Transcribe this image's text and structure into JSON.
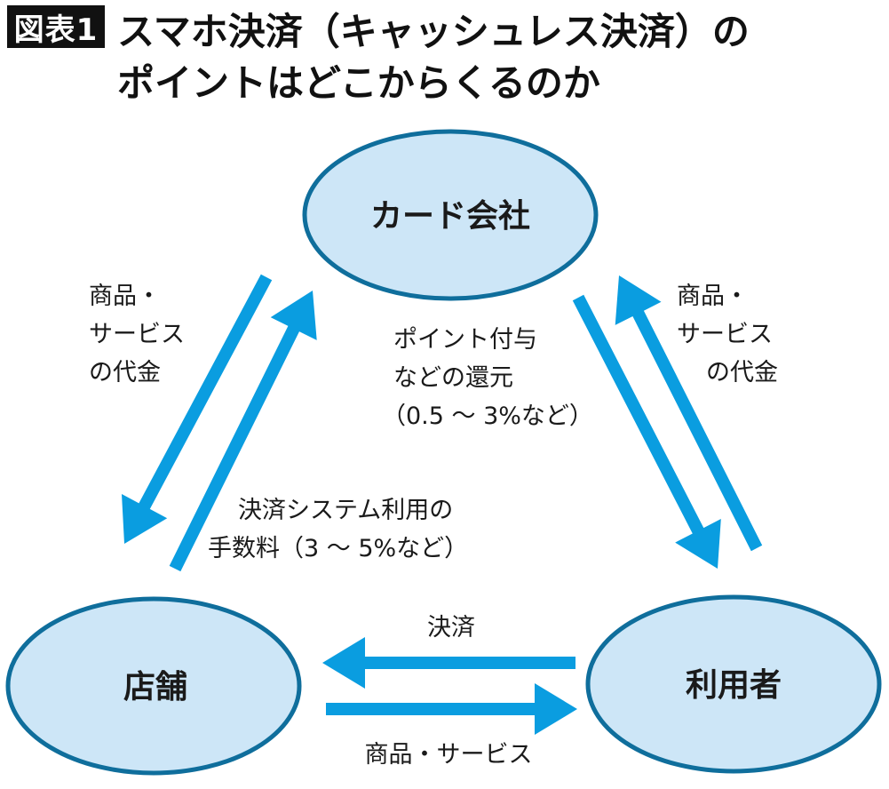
{
  "header": {
    "figure_badge": "図表1",
    "title_line1": "スマホ決済（キャッシュレス決済）の",
    "title_line2": "ポイントはどこからくるのか"
  },
  "colors": {
    "node_fill": "#cde6f7",
    "node_stroke": "#0f6e9c",
    "arrow": "#0a9de0",
    "text": "#1a1a1a"
  },
  "nodes": {
    "card_company": "カード会社",
    "store": "店舗",
    "user": "利用者"
  },
  "flows": {
    "card_to_store": {
      "lines": [
        "商品・",
        "サービス",
        "の代金"
      ]
    },
    "store_to_card": {
      "lines": [
        "決済システム利用の",
        "手数料（3 ～ 5%など）"
      ]
    },
    "card_to_user": {
      "lines": [
        "ポイント付与",
        "などの還元",
        "（0.5 ～ 3%など）"
      ]
    },
    "user_to_card": {
      "lines": [
        "商品・",
        "サービス",
        "の代金"
      ]
    },
    "user_to_store": {
      "label": "決済"
    },
    "store_to_user": {
      "label": "商品・サービス"
    }
  }
}
